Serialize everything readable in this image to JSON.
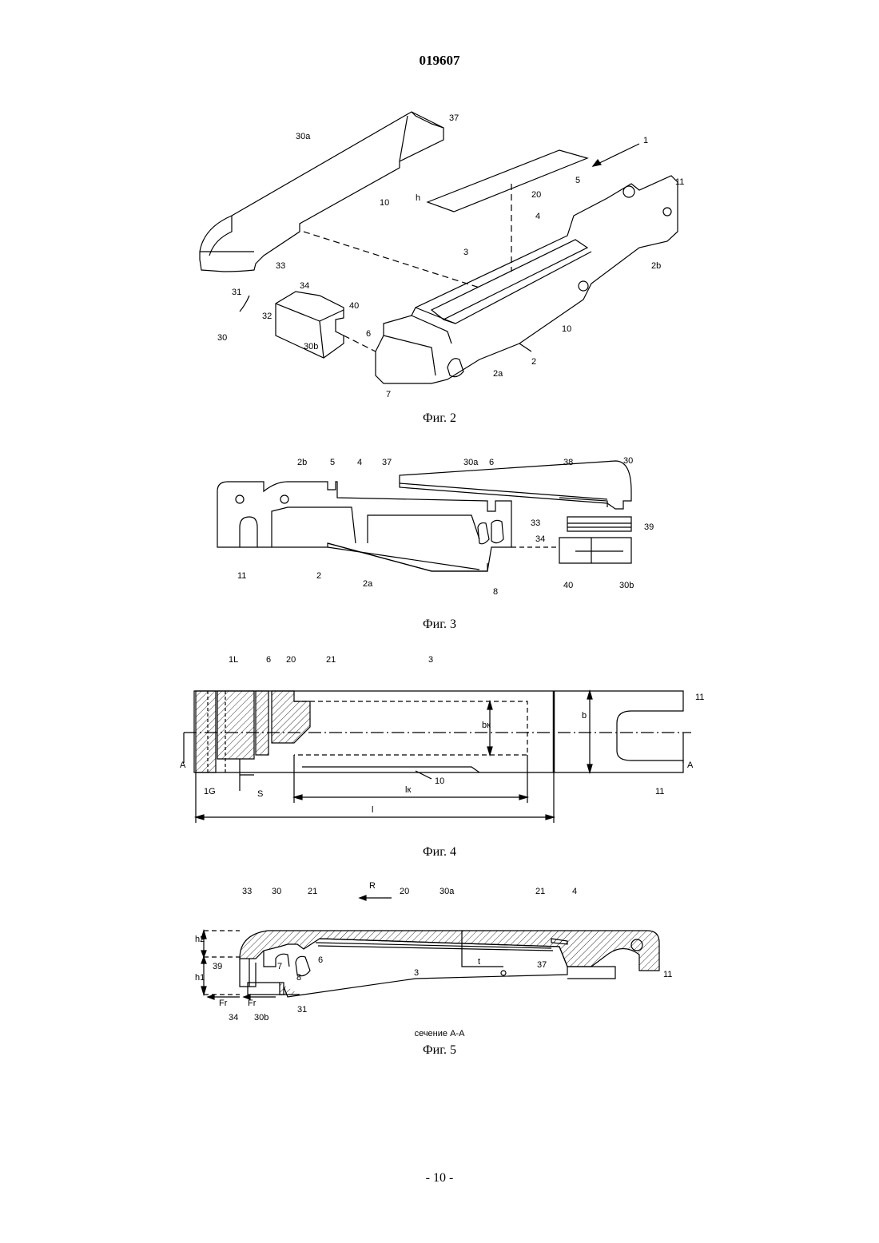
{
  "header": {
    "doc_number": "019607"
  },
  "fig2": {
    "caption": "Фиг. 2",
    "labels": [
      "37",
      "30a",
      "1",
      "11",
      "20",
      "5",
      "10",
      "4",
      "3",
      "33",
      "2b",
      "31",
      "34",
      "40",
      "32",
      "30",
      "6",
      "30b",
      "10",
      "2a",
      "2",
      "7",
      "h"
    ]
  },
  "fig3": {
    "caption": "Фиг. 3",
    "labels": [
      "2b",
      "5",
      "4",
      "37",
      "30a",
      "6",
      "38",
      "30",
      "33",
      "34",
      "39",
      "11",
      "2",
      "2a",
      "8",
      "40",
      "30b"
    ]
  },
  "fig4": {
    "caption": "Фиг. 4",
    "labels": [
      "1L",
      "6",
      "20",
      "21",
      "3",
      "11",
      "b",
      "bк",
      "A",
      "A",
      "1G",
      "S",
      "lк",
      "10",
      "11",
      "l"
    ]
  },
  "fig5": {
    "caption": "Фиг. 5",
    "section_label": "сечение А-А",
    "labels": [
      "33",
      "30",
      "21",
      "R",
      "20",
      "30a",
      "21",
      "4",
      "h2",
      "39",
      "7",
      "6",
      "3",
      "t",
      "37",
      "11",
      "h1",
      "8",
      "Fr",
      "Fr",
      "34",
      "30b",
      "31"
    ]
  },
  "footer": {
    "page": "- 10 -"
  }
}
